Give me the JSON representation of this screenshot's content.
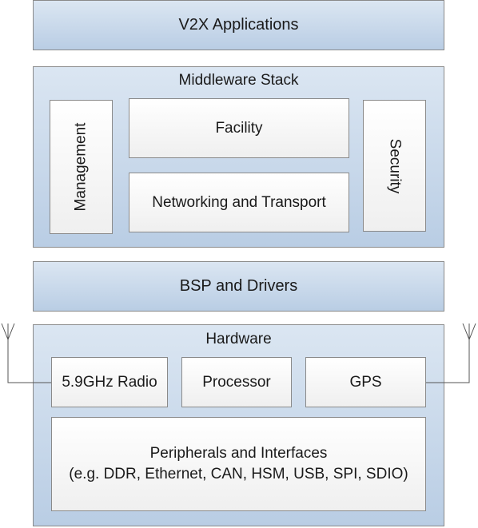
{
  "applications": {
    "label": "V2X Applications"
  },
  "middleware": {
    "title": "Middleware Stack",
    "management": "Management",
    "facility": "Facility",
    "networking": "Networking and Transport",
    "security": "Security"
  },
  "bsp": {
    "label": "BSP and Drivers"
  },
  "hardware": {
    "title": "Hardware",
    "radio": "5.9GHz Radio",
    "processor": "Processor",
    "gps": "GPS",
    "peripherals_line1": "Peripherals and Interfaces",
    "peripherals_line2": "(e.g. DDR, Ethernet, CAN, HSM, USB, SPI, SDIO)"
  },
  "colors": {
    "layer_top": "#dbe6f2",
    "layer_bottom": "#b9cde4",
    "border": "#8a8a8a"
  }
}
